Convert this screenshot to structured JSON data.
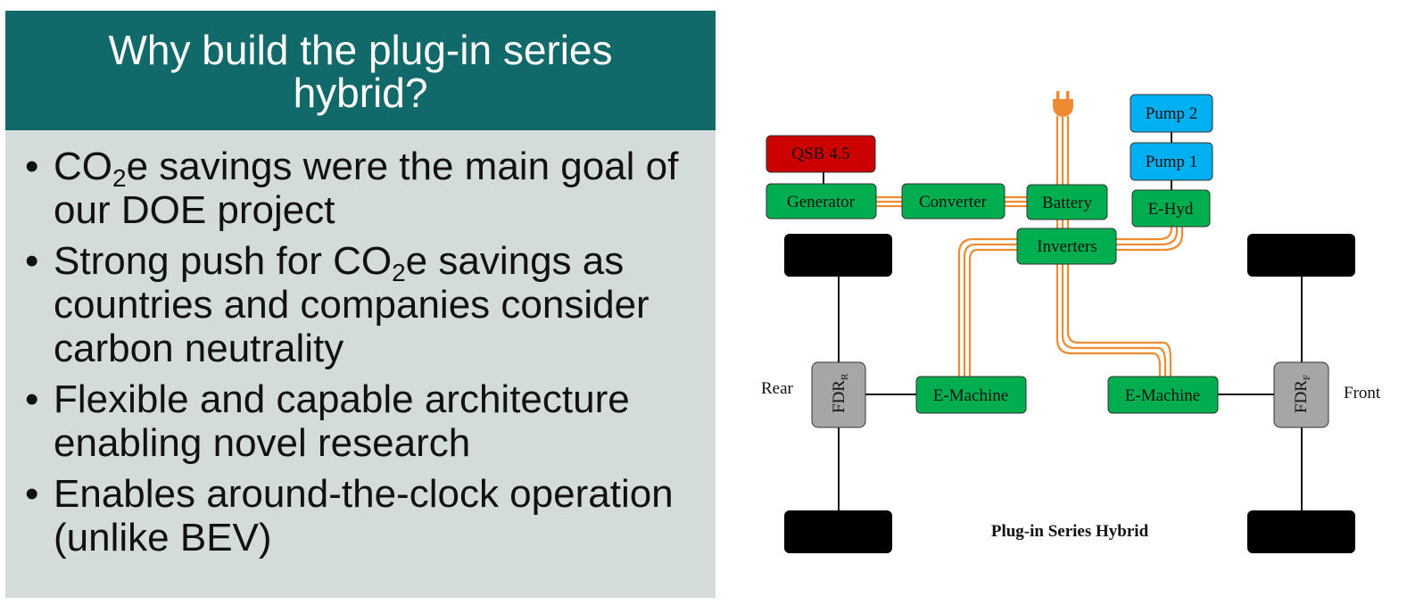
{
  "slide": {
    "title": "Why build the plug-in series hybrid?",
    "bullets": [
      {
        "before": "CO",
        "sub": "2",
        "after": "e savings were the main goal of our DOE project"
      },
      {
        "before": "Strong push for CO",
        "sub": "2",
        "after": "e savings as countries and companies consider carbon neutrality"
      },
      {
        "before": "Flexible and capable architecture enabling novel research",
        "sub": "",
        "after": ""
      },
      {
        "before": "Enables around-the-clock operation (unlike BEV)",
        "sub": "",
        "after": ""
      }
    ],
    "bullet_char": "•"
  },
  "diagram": {
    "blocks": {
      "qsb": "QSB 4.5",
      "generator": "Generator",
      "converter": "Converter",
      "battery": "Battery",
      "pump2": "Pump 2",
      "pump1": "Pump 1",
      "ehyd": "E-Hyd",
      "inverters": "Inverters",
      "emachine_rear": "E-Machine",
      "emachine_front": "E-Machine",
      "fdr_rear": "FDR",
      "fdr_rear_sub": "R",
      "fdr_front": "FDR",
      "fdr_front_sub": "F"
    },
    "labels": {
      "rear": "Rear",
      "front": "Front",
      "caption": "Plug-in Series Hybrid"
    },
    "icons": [
      "plug-icon"
    ],
    "colors": {
      "green": "#00ad4f",
      "red": "#cc0000",
      "blue": "#00b0f0",
      "gray": "#a6a6a6",
      "orange": "#f08a30",
      "title_bar": "#12696a",
      "body_bg": "#d3dcdb"
    }
  }
}
